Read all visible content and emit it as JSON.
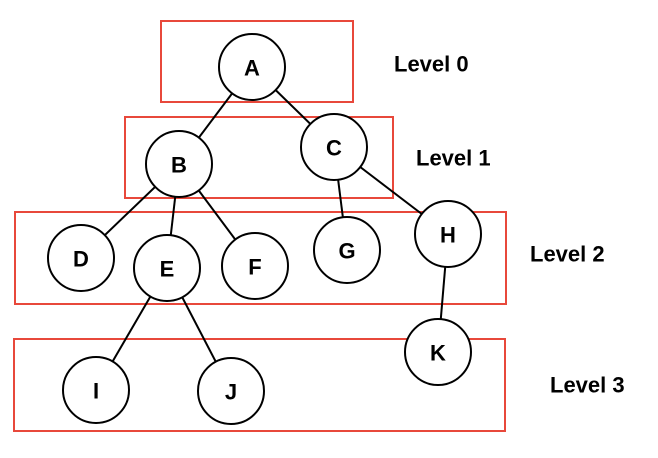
{
  "colors": {
    "level_box": "#e8483b",
    "node_stroke": "#000000",
    "node_fill": "#ffffff",
    "text": "#000000"
  },
  "levels": [
    {
      "label": "Level 0"
    },
    {
      "label": "Level 1"
    },
    {
      "label": "Level 2"
    },
    {
      "label": "Level 3"
    }
  ],
  "nodes": [
    {
      "id": "A",
      "label": "A",
      "level": 0
    },
    {
      "id": "B",
      "label": "B",
      "level": 1
    },
    {
      "id": "C",
      "label": "C",
      "level": 1
    },
    {
      "id": "D",
      "label": "D",
      "level": 2
    },
    {
      "id": "E",
      "label": "E",
      "level": 2
    },
    {
      "id": "F",
      "label": "F",
      "level": 2
    },
    {
      "id": "G",
      "label": "G",
      "level": 2
    },
    {
      "id": "H",
      "label": "H",
      "level": 2
    },
    {
      "id": "I",
      "label": "I",
      "level": 3
    },
    {
      "id": "J",
      "label": "J",
      "level": 3
    },
    {
      "id": "K",
      "label": "K",
      "level": 3
    }
  ],
  "edges": [
    {
      "from": "A",
      "to": "B"
    },
    {
      "from": "A",
      "to": "C"
    },
    {
      "from": "B",
      "to": "D"
    },
    {
      "from": "B",
      "to": "E"
    },
    {
      "from": "B",
      "to": "F"
    },
    {
      "from": "C",
      "to": "G"
    },
    {
      "from": "C",
      "to": "H"
    },
    {
      "from": "E",
      "to": "I"
    },
    {
      "from": "E",
      "to": "J"
    },
    {
      "from": "H",
      "to": "K"
    }
  ]
}
